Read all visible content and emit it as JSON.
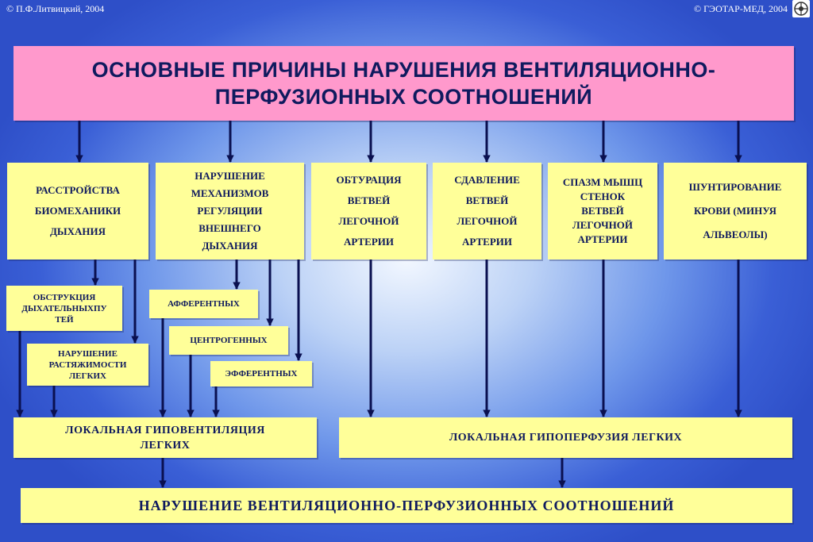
{
  "copyright_left": "© П.Ф.Литвицкий, 2004",
  "copyright_right": "© ГЭОТАР-МЕД, 2004",
  "title": "ОСНОВНЫЕ  ПРИЧИНЫ  НАРУШЕНИЯ ВЕНТИЛЯЦИОННО-\nПЕРФУЗИОННЫХ  СООТНОШЕНИЙ",
  "causes": {
    "c1": "РАССТРОЙСТВА\nБИОМЕХАНИКИ\nДЫХАНИЯ",
    "c2": "НАРУШЕНИЕ\nМЕХАНИЗМОВ\nРЕГУЛЯЦИИ\nВНЕШНЕГО\nДЫХАНИЯ",
    "c3": "ОБТУРАЦИЯ\nВЕТВЕЙ\nЛЕГОЧНОЙ\nАРТЕРИИ",
    "c4": "СДАВЛЕНИЕ\nВЕТВЕЙ\nЛЕГОЧНОЙ\nАРТЕРИИ",
    "c5": "СПАЗМ МЫШЦ\nСТЕНОК\nВЕТВЕЙ\nЛЕГОЧНОЙ\nАРТЕРИИ",
    "c6": "ШУНТИРОВАНИЕ\nКРОВИ  (МИНУЯ\nАЛЬВЕОЛЫ)"
  },
  "subs": {
    "obstruction": "ОБСТРУКЦИЯ\nДЫХАТЕЛЬНЫХПУ\nТЕЙ",
    "compliance": "НАРУШЕНИЕ\nРАСТЯЖИМОСТИ\nЛЕГКИХ",
    "afferent": "АФФЕРЕНТНЫХ",
    "centrogenic": "ЦЕНТРОГЕННЫХ",
    "efferent": "ЭФФЕРЕНТНЫХ"
  },
  "outcomes": {
    "hypoventilation": "ЛОКАЛЬНАЯ  ГИПОВЕНТИЛЯЦИЯ\nЛЕГКИХ",
    "hypoperfusion": "ЛОКАЛЬНАЯ  ГИПОПЕРФУЗИЯ  ЛЕГКИХ"
  },
  "final": "НАРУШЕНИЕ  ВЕНТИЛЯЦИОННО-ПЕРФУЗИОННЫХ  СООТНОШЕНИЙ",
  "colors": {
    "title_bg": "#ff99cc",
    "box_bg": "#ffff99",
    "text": "#0f1a5e",
    "arrow": "#0a1050"
  }
}
